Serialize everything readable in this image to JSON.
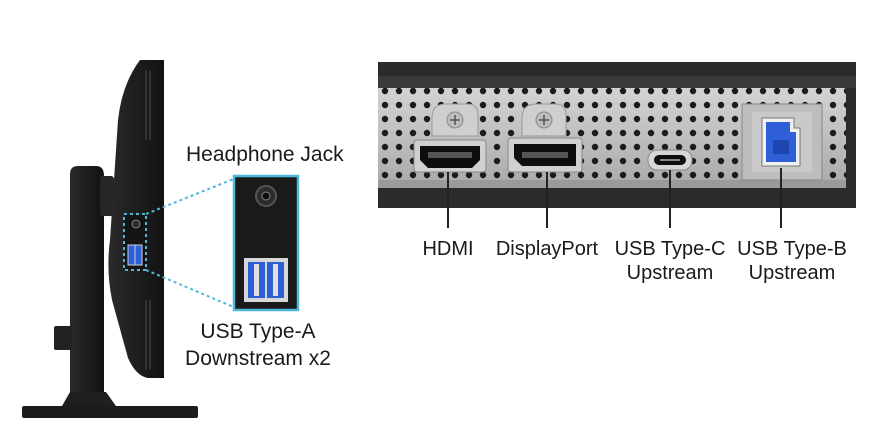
{
  "side_view": {
    "headphone_label": "Headphone Jack",
    "usb_a_label": [
      "USB Type-A",
      "Downstream x2"
    ]
  },
  "rear_panel": {
    "ports": [
      {
        "id": "hdmi",
        "label": [
          "HDMI"
        ]
      },
      {
        "id": "displayport",
        "label": [
          "DisplayPort"
        ]
      },
      {
        "id": "usb-c",
        "label": [
          "USB Type-C",
          "Upstream"
        ]
      },
      {
        "id": "usb-b",
        "label": [
          "USB Type-B",
          "Upstream"
        ]
      }
    ]
  },
  "colors": {
    "usb3_blue": "#2f5fd6",
    "callout_dotted": "#4fb8d8",
    "monitor_black": "#1c1c1c",
    "panel_silver": "#b9b9b9"
  }
}
